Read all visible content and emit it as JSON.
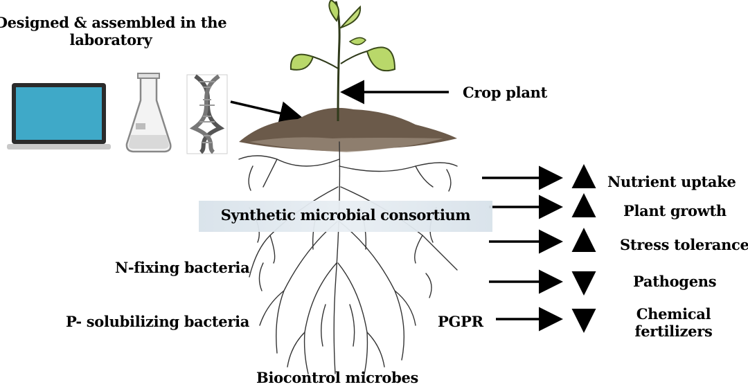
{
  "lab": {
    "title_line1": "Designed & assembled in the",
    "title_line2": "laboratory",
    "icons": [
      "laptop-icon",
      "flask-icon",
      "dna-icon"
    ]
  },
  "plant": {
    "label": "Crop plant"
  },
  "consortium": {
    "label": "Synthetic microbial consortium"
  },
  "microbes": {
    "n_fixing": "N-fixing bacteria",
    "p_solubilizing": "P- solubilizing bacteria",
    "pgpr": "PGPR",
    "biocontrol": "Biocontrol microbes"
  },
  "effects": [
    {
      "label": "Nutrient uptake",
      "direction": "up"
    },
    {
      "label": "Plant growth",
      "direction": "up"
    },
    {
      "label": "Stress tolerance",
      "direction": "up"
    },
    {
      "label": "Pathogens",
      "direction": "down"
    },
    {
      "label_line1": "Chemical",
      "label_line2": "fertilizers",
      "direction": "down"
    }
  ],
  "colors": {
    "laptop_screen": "#3fa9c8",
    "leaf": "#b9d86a",
    "soil": "#6b5a4a",
    "banner": "#dde6ed"
  }
}
